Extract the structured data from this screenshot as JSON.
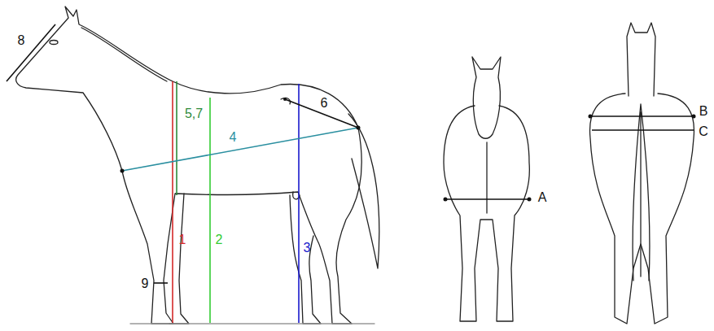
{
  "diagram": {
    "labels": [
      "8",
      "5,7",
      "6",
      "4",
      "9",
      "1",
      "2",
      "3",
      "A",
      "B",
      "C"
    ]
  }
}
